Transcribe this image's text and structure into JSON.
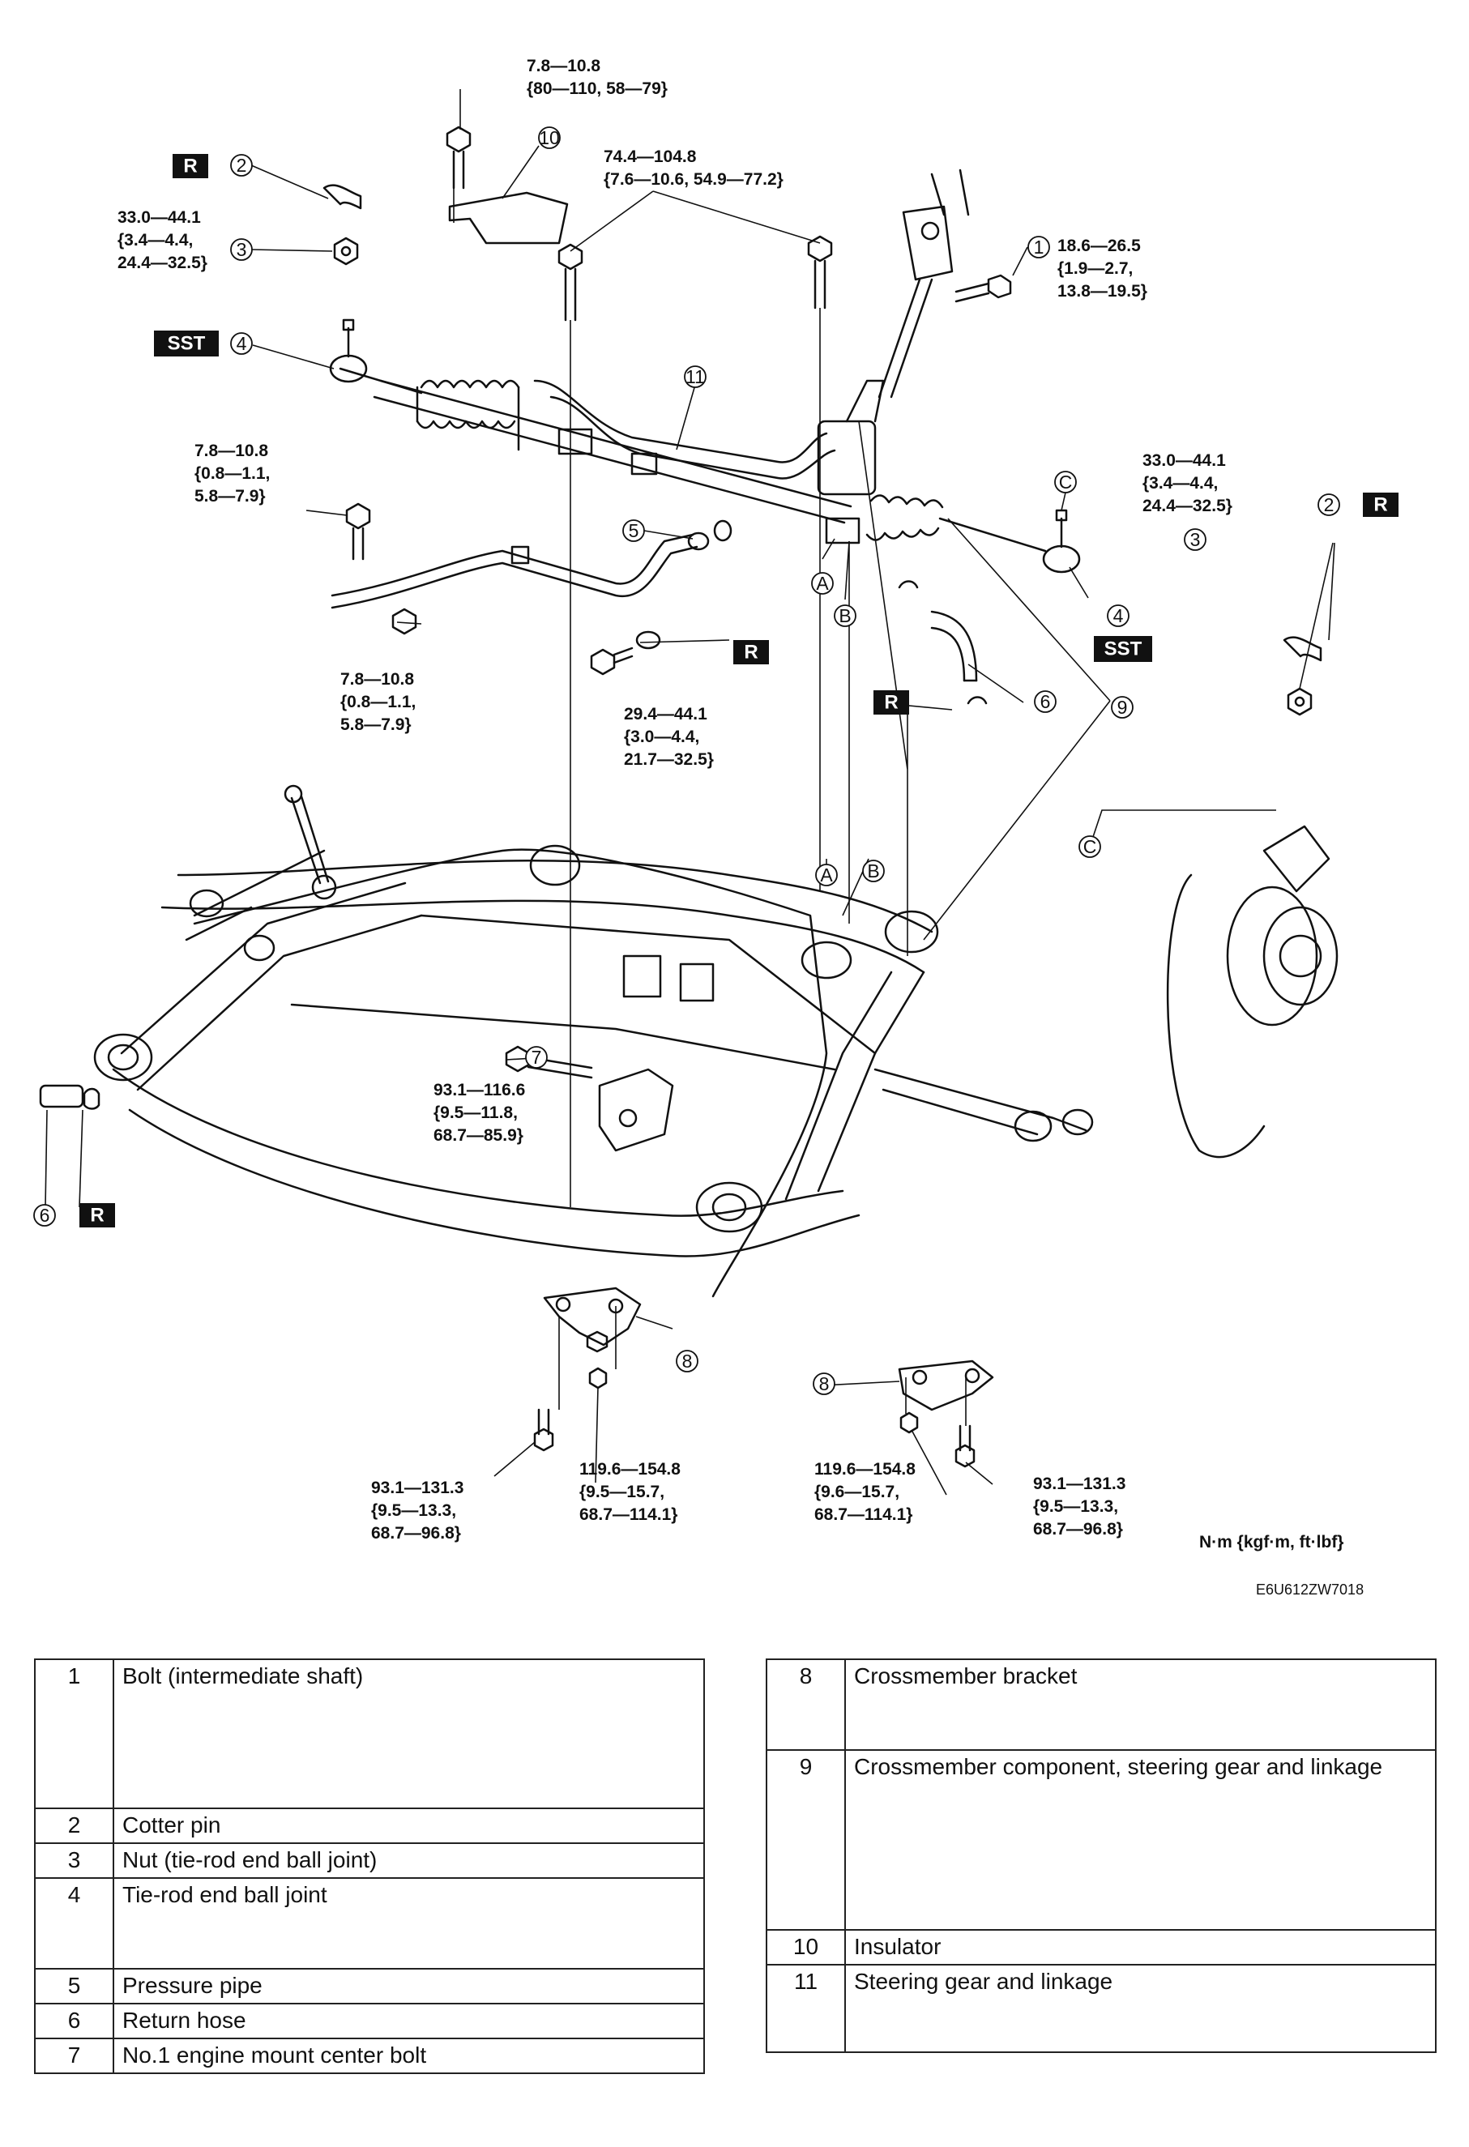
{
  "torques": {
    "t10_bolt": [
      "7.8—10.8",
      "{80—110, 58—79}"
    ],
    "t2_bolts": [
      "74.4—104.8",
      "{7.6—10.6, 54.9—77.2}"
    ],
    "t_nut_left": [
      "33.0—44.1",
      "{3.4—4.4,",
      "24.4—32.5}"
    ],
    "t_shaft": [
      "18.6—26.5",
      "{1.9—2.7,",
      "13.8—19.5}"
    ],
    "t_nut_right": [
      "33.0—44.1",
      "{3.4—4.4,",
      "24.4—32.5}"
    ],
    "t_pipe_a": [
      "7.8—10.8",
      "{0.8—1.1,",
      "5.8—7.9}"
    ],
    "t_pipe_b": [
      "7.8—10.8",
      "{0.8—1.1,",
      "5.8—7.9}"
    ],
    "t_union": [
      "29.4—44.1",
      "{3.0—4.4,",
      "21.7—32.5}"
    ],
    "t_mount": [
      "93.1—116.6",
      "{9.5—11.8,",
      "68.7—85.9}"
    ],
    "t_bracket_l_bolt": [
      "93.1—131.3",
      "{9.5—13.3,",
      "68.7—96.8}"
    ],
    "t_bracket_l_nut": [
      "119.6—154.8",
      "{9.5—15.7,",
      "68.7—114.1}"
    ],
    "t_bracket_r_nut": [
      "119.6—154.8",
      "{9.6—15.7,",
      "68.7—114.1}"
    ],
    "t_bracket_r_bolt": [
      "93.1—131.3",
      "{9.5—13.3,",
      "68.7—96.8}"
    ]
  },
  "callouts": {
    "n1": "1",
    "n2": "2",
    "n3": "3",
    "n4": "4",
    "n5": "5",
    "n6": "6",
    "n7": "7",
    "n8": "8",
    "n9": "9",
    "n10": "10",
    "n11": "11",
    "A": "A",
    "B": "B",
    "C": "C"
  },
  "tags": {
    "replace": "R",
    "sst": "SST"
  },
  "units": "N·m {kgf·m, ft·lbf}",
  "figure_code": "E6U612ZW7018",
  "legend_left": [
    {
      "num": "1",
      "label": "Bolt (intermediate shaft)"
    },
    {
      "num": "2",
      "label": "Cotter pin"
    },
    {
      "num": "3",
      "label": "Nut (tie-rod end ball joint)"
    },
    {
      "num": "4",
      "label": "Tie-rod end ball joint"
    },
    {
      "num": "5",
      "label": "Pressure pipe"
    },
    {
      "num": "6",
      "label": "Return hose"
    },
    {
      "num": "7",
      "label": "No.1 engine mount center bolt"
    }
  ],
  "legend_right": [
    {
      "num": "8",
      "label": "Crossmember bracket"
    },
    {
      "num": "9",
      "label": "Crossmember component, steering gear and linkage"
    },
    {
      "num": "10",
      "label": "Insulator"
    },
    {
      "num": "11",
      "label": "Steering gear and linkage"
    }
  ]
}
